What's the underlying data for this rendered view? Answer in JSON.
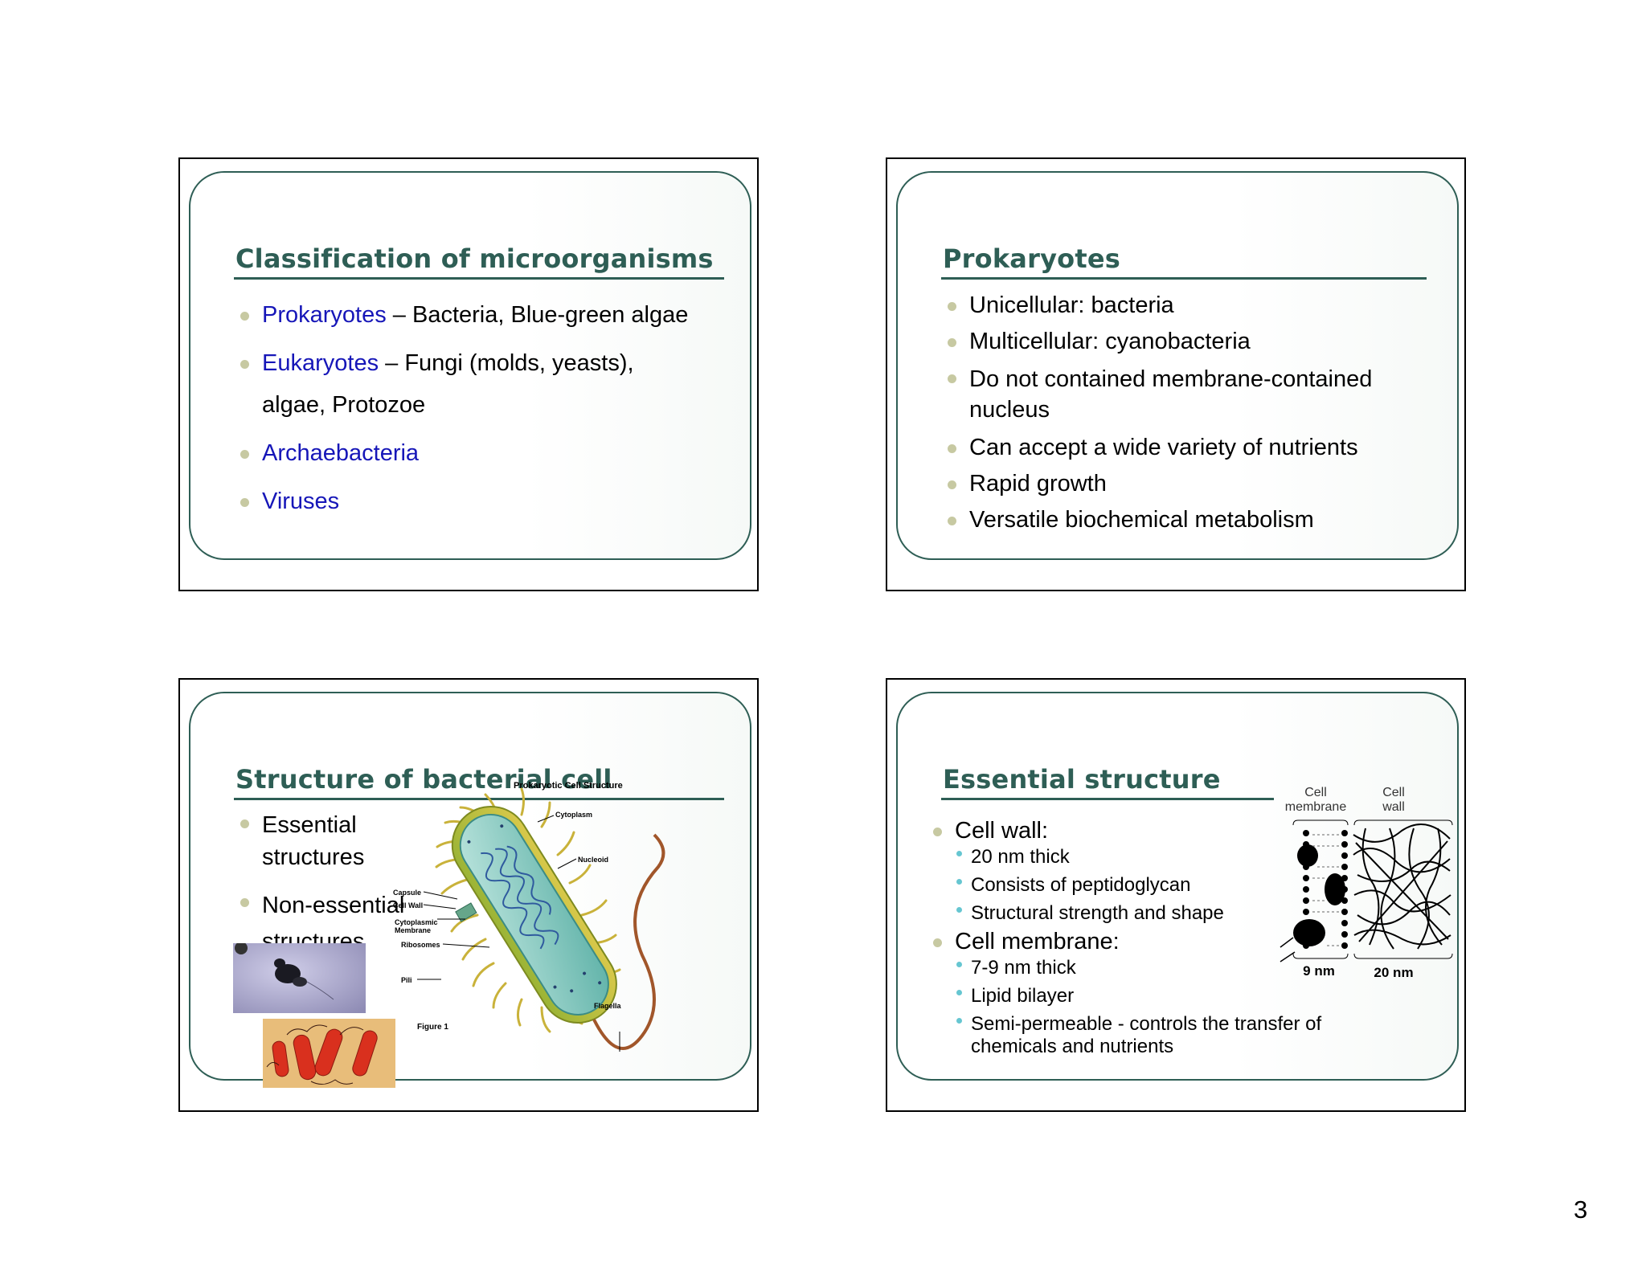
{
  "slides": [
    {
      "title": "Classification of microorganisms",
      "bullets": [
        {
          "term": "Prokaryotes",
          "rest": " – Bacteria, Blue-green algae"
        },
        {
          "term": "Eukaryotes",
          "rest": " – Fungi (molds, yeasts),",
          "cont": "algae, Protozoe"
        },
        {
          "term": "Archaebacteria",
          "rest": ""
        },
        {
          "term": "Viruses",
          "rest": ""
        }
      ]
    },
    {
      "title": "Prokaryotes",
      "bullets": [
        "Unicellular: bacteria",
        "Multicellular: cyanobacteria",
        "Do not contained membrane-contained nucleus",
        "Can accept a wide variety of nutrients",
        "Rapid growth",
        "Versatile biochemical metabolism"
      ]
    },
    {
      "title": "Structure of bacterial cell",
      "bullets": [
        "Essential structures",
        "Non-essential structures"
      ],
      "diagram": {
        "title": "Prokaryotic Cell Structure",
        "labels": {
          "cytoplasm": "Cytoplasm",
          "nucleoid": "Nucleoid",
          "capsule": "Capsule",
          "cell_wall": "Cell Wall",
          "cyto_membrane_1": "Cytoplasmic",
          "cyto_membrane_2": "Membrane",
          "ribosomes": "Ribosomes",
          "pili": "Pili",
          "flagella": "Flagella",
          "figure": "Figure 1"
        }
      }
    },
    {
      "title": "Essential structure",
      "groups": [
        {
          "heading": "Cell wall:",
          "items": [
            "20 nm thick",
            "Consists of peptidoglycan",
            "Structural strength and shape"
          ]
        },
        {
          "heading": "Cell membrane:",
          "items": [
            "7-9 nm thick",
            "Lipid bilayer",
            "Semi-permeable - controls the transfer of chemicals and nutrients"
          ]
        }
      ],
      "figure": {
        "membrane_label_1": "Cell",
        "membrane_label_2": "membrane",
        "wall_label_1": "Cell",
        "wall_label_2": "wall",
        "membrane_width": "9 nm",
        "wall_width": "20 nm"
      }
    }
  ],
  "page_number": "3",
  "colors": {
    "title": "#2e5e55",
    "term": "#1616b8",
    "bullet": "#c7c9a2",
    "sub_bullet": "#66c6d1"
  }
}
